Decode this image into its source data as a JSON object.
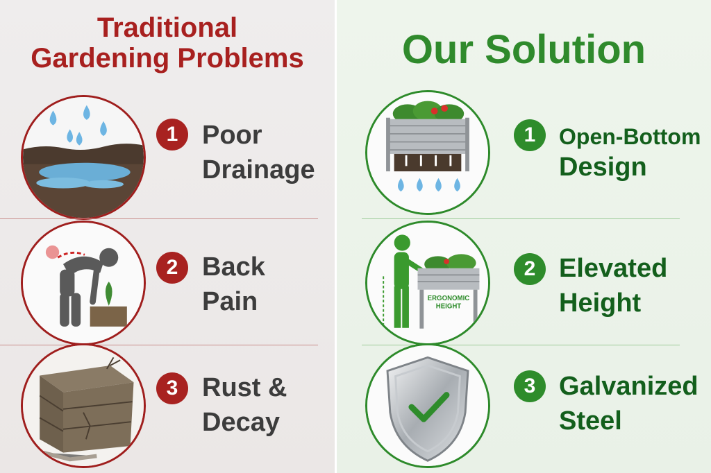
{
  "left": {
    "title_line1": "Traditional",
    "title_line2": "Gardening Problems",
    "items": [
      {
        "number": "1",
        "line1": "Poor",
        "line2": "Drainage",
        "icon": "water-puddle-icon"
      },
      {
        "number": "2",
        "line1": "Back",
        "line2": "Pain",
        "icon": "back-pain-icon"
      },
      {
        "number": "3",
        "line1": "Rust &",
        "line2": "Decay",
        "icon": "rotten-box-icon"
      }
    ]
  },
  "right": {
    "title": "Our Solution",
    "items": [
      {
        "number": "1",
        "line1": "Open-Bottom",
        "line2": "Design",
        "icon": "open-bottom-bed-icon"
      },
      {
        "number": "2",
        "line1": "Elevated",
        "line2": "Height",
        "icon": "elevated-bed-icon",
        "sign": "ERGONOMIC HEIGHT",
        "sign_line1": "ERGONOMIC",
        "sign_line2": "HEIGHT"
      },
      {
        "number": "3",
        "line1": "Galvanized",
        "line2": "Steel",
        "icon": "shield-check-icon"
      }
    ]
  },
  "colors": {
    "problem_red": "#a8201f",
    "solution_green": "#2f8a2c",
    "solution_text": "#135f1c",
    "problem_text": "#3c3c3c"
  }
}
